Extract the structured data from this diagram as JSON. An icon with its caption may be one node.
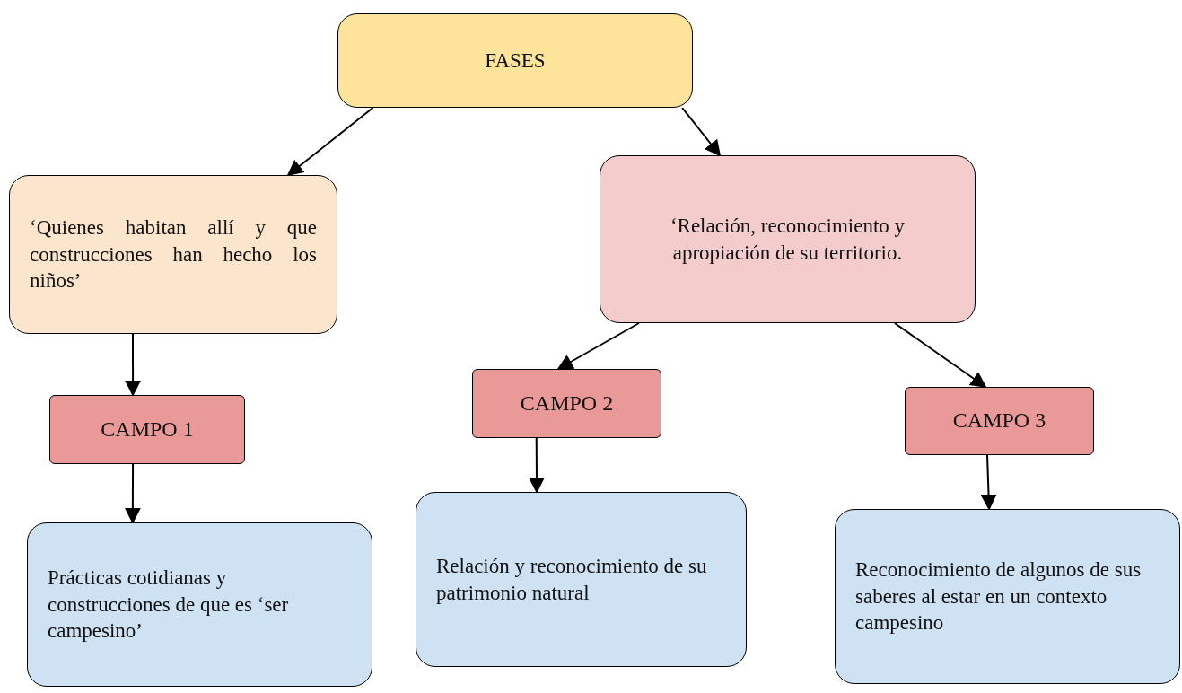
{
  "diagram": {
    "nodes": [
      {
        "text": [
          "FASES"
        ]
      },
      {
        "text": [
          "‘Quienes habitan allí y que construcciones han hecho los niños’"
        ]
      },
      {
        "text": [
          "‘Relación, reconocimiento y apropiación de su territorio."
        ]
      },
      {
        "text": [
          "CAMPO 1"
        ]
      },
      {
        "text": [
          "Prácticas cotidianas y construcciones de que es ‘ser campesino’"
        ]
      },
      {
        "text": [
          "CAMPO 2"
        ]
      },
      {
        "text": [
          "Relación y reconocimiento de su patrimonio natural"
        ]
      },
      {
        "text": [
          "CAMPO 3"
        ]
      },
      {
        "text": [
          "Reconocimiento de algunos de sus saberes al estar en un contexto campesino"
        ]
      }
    ],
    "edges": [
      {
        "from": 0,
        "to": 1,
        "arrow": "to"
      },
      {
        "from": 0,
        "to": 2,
        "arrow": "to"
      },
      {
        "from": 1,
        "to": 3,
        "arrow": "to"
      },
      {
        "from": 3,
        "to": 4,
        "arrow": "to"
      },
      {
        "from": 2,
        "to": 5,
        "arrow": "to"
      },
      {
        "from": 2,
        "to": 7,
        "arrow": "to"
      },
      {
        "from": 5,
        "to": 6,
        "arrow": "to"
      },
      {
        "from": 7,
        "to": 8,
        "arrow": "to"
      }
    ]
  }
}
